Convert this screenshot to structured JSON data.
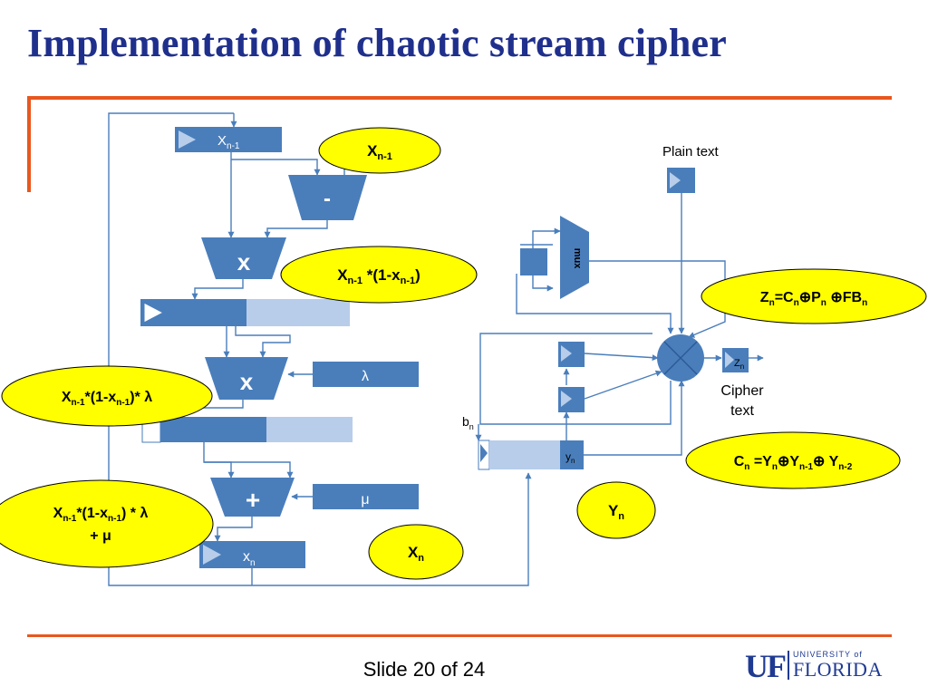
{
  "slide": {
    "title": "Implementation of chaotic stream cipher",
    "footer": "Slide 20 of 24"
  },
  "logo": {
    "mark": "UF",
    "top_line": "UNIVERSITY of",
    "bottom_line": "FLORIDA"
  },
  "diagram": {
    "registers": {
      "x_prev_base": "X",
      "x_prev_sub": "n-1",
      "xn_base": "x",
      "xn_sub": "n",
      "lambda": "λ",
      "mu": "μ",
      "plain_text": "Plain text",
      "zn_base": "Z",
      "zn_sub": "n",
      "bn_base": "b",
      "bn_sub": "n",
      "yn_base": "y",
      "yn_sub": "n",
      "cipher_line1": "Cipher",
      "cipher_line2": "text",
      "mux": "mux"
    },
    "operators": {
      "subtract": "-",
      "multiply_1": "x",
      "multiply_2": "x",
      "add": "+"
    },
    "callouts": {
      "xn1": {
        "base": "X",
        "sub": "n-1"
      },
      "xn1_times": {
        "a": "X",
        "a_sub": "n-1",
        "b": " *(1-x",
        "b_sub": "n-1",
        "c": ")"
      },
      "xn1_lambda": {
        "a": "X",
        "a_sub": "n-1",
        "b": "*(1-x",
        "b_sub": "n-1",
        "c": ")* λ"
      },
      "xn1_lambda_mu": {
        "a": "X",
        "a_sub": "n-1",
        "b": "*(1-x",
        "b_sub": "n-1",
        "c": ") * λ",
        "line2": "+ μ"
      },
      "xn": {
        "base": "X",
        "sub": "n"
      },
      "yn": {
        "base": "Y",
        "sub": "n"
      },
      "zn_eq": {
        "z": "Z",
        "z_sub": "n",
        "eq": "=C",
        "c_sub": "n",
        "xor1": "⊕P",
        "p_sub": "n",
        "xor2": " ⊕FB",
        "fb_sub": "n"
      },
      "cn_eq": {
        "c": "C",
        "c_sub": "n",
        "eq": " =Y",
        "y_sub": "n",
        "xor1": "⊕Y",
        "y1_sub": "n-1",
        "xor2": "⊕ Y",
        "y2_sub": "n-2"
      }
    }
  },
  "colors": {
    "title": "#1f2f8c",
    "accent_orange": "#e8571e",
    "block_blue": "#4a7ebb",
    "block_light": "#b7cdea",
    "callout_fill": "#ffff00",
    "logo_blue": "#1f3a93"
  }
}
